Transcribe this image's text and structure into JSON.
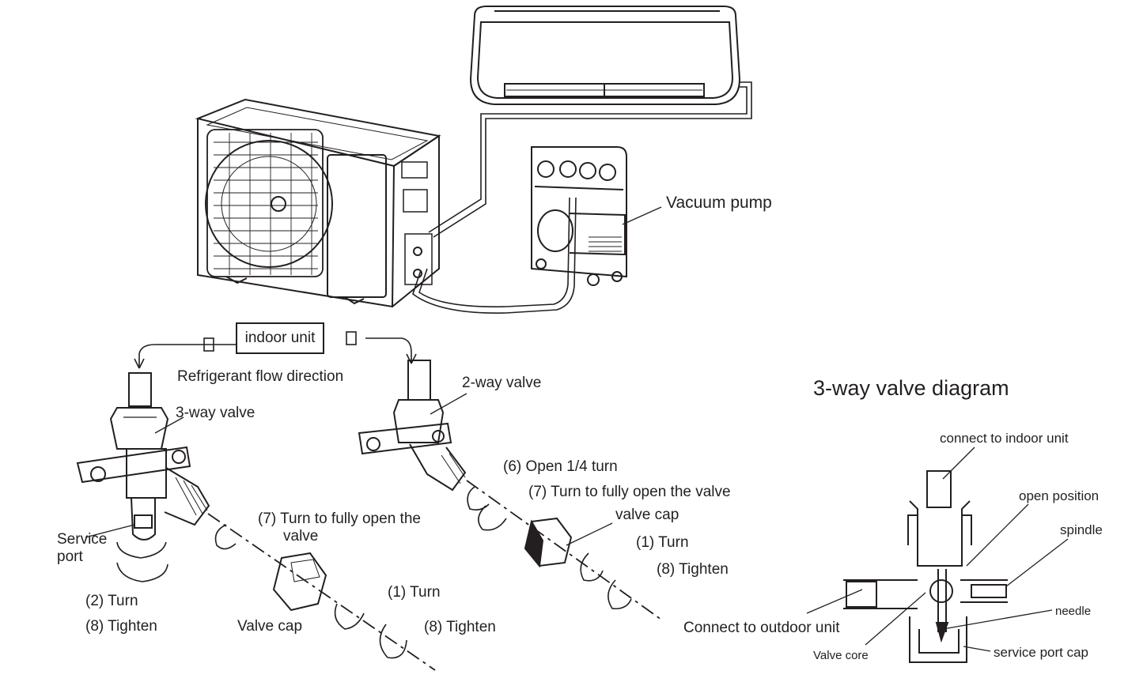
{
  "labels": {
    "vacuum_pump": "Vacuum pump",
    "indoor_unit": "indoor unit",
    "refrigerant_flow": "Refrigerant flow direction",
    "three_way_valve": "3-way valve",
    "two_way_valve": "2-way valve",
    "service_port_1": "Service",
    "service_port_2": "port",
    "turn_2": "(2) Turn",
    "tighten_8_left": "(8) Tighten",
    "open_fully_left_1": "(7) Turn to fully open the",
    "open_fully_left_2": "valve",
    "valve_cap_left": "Valve cap",
    "turn_1_mid": "(1) Turn",
    "tighten_8_mid": "(8) Tighten",
    "open_quarter": "(6) Open 1/4 turn",
    "open_fully_right": "(7) Turn to fully open the valve",
    "valve_cap_right": "valve cap",
    "turn_1_right": "(1) Turn",
    "tighten_8_right": "(8) Tighten"
  },
  "valve_diagram": {
    "title": "3-way valve diagram",
    "connect_indoor": "connect to indoor unit",
    "open_position": "open position",
    "spindle": "spindle",
    "needle": "needle",
    "connect_outdoor": "Connect to outdoor unit",
    "valve_core": "Valve core",
    "service_port_cap": "service port cap"
  }
}
